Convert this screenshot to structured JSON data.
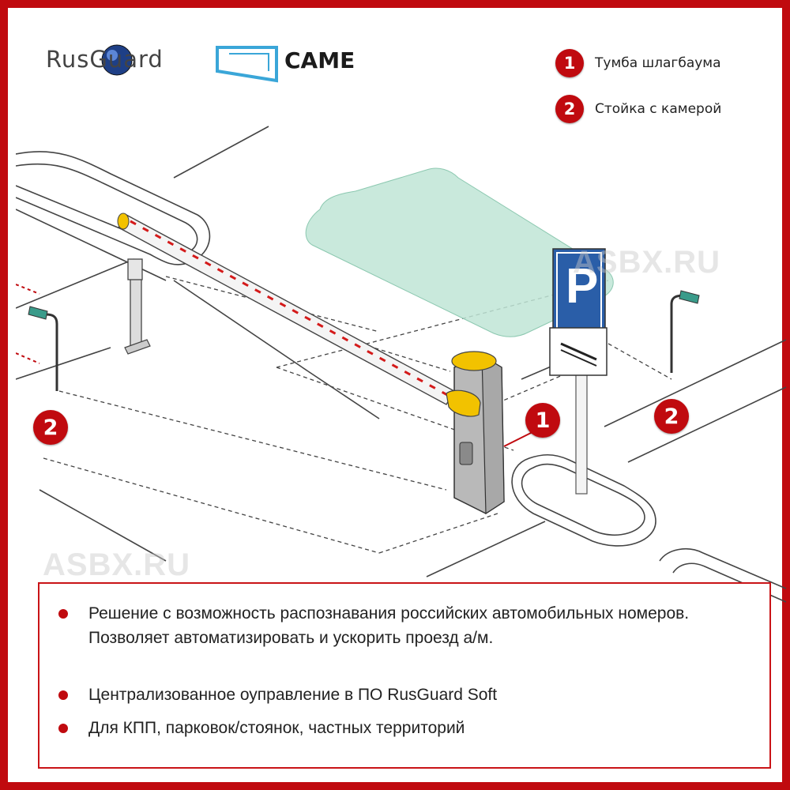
{
  "logos": {
    "rusguard": "RusGuard",
    "came": "CAME"
  },
  "legend": [
    {
      "number": "1",
      "label": "Тумба шлагбаума"
    },
    {
      "number": "2",
      "label": "Стойка с камерой"
    }
  ],
  "markers": {
    "barrier": "1",
    "camera_left": "2",
    "camera_right": "2",
    "parking_sign": "P"
  },
  "watermark": "ASBX.RU",
  "bullets": [
    "Решение с возможность распознавания российских автомобильных номеров. Позволяет автоматизировать и ускорить проезд а/м.",
    "Централизованное оуправление в ПО RusGuard  Soft",
    "Для КПП, парковок/стоянок, частных территорий"
  ],
  "colors": {
    "frame": "#c00a0f",
    "accent_red": "#c00a0f",
    "barrier_yellow": "#f2c200",
    "sign_blue": "#2a5ea8",
    "zone_green": "#bfe5d6",
    "came_blue": "#3aa6d8"
  }
}
